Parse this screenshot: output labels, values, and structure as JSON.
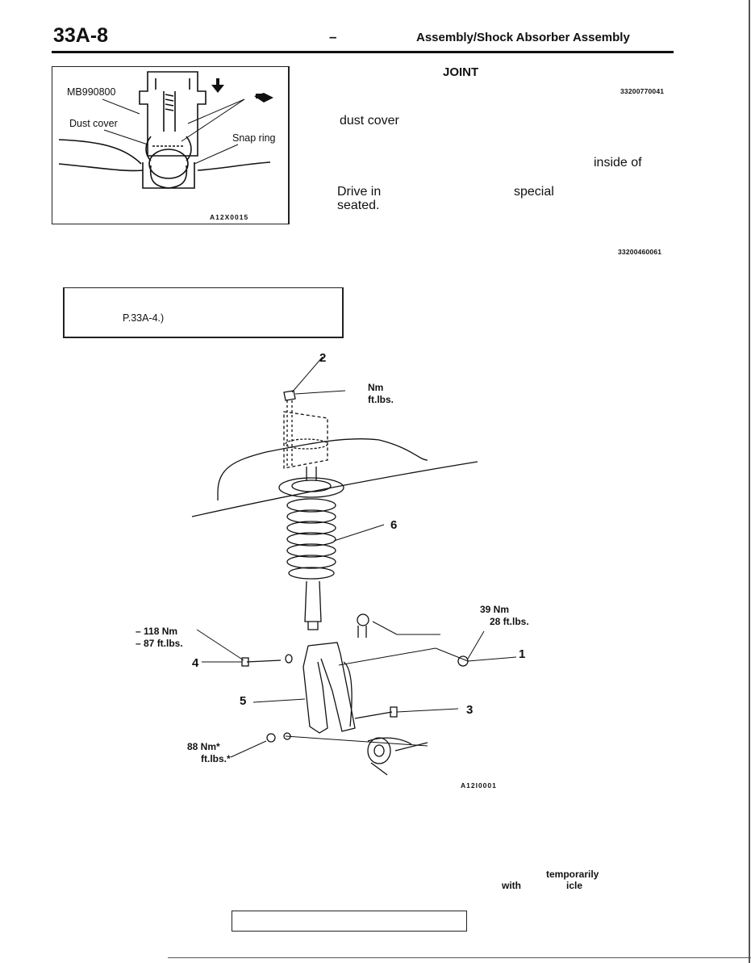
{
  "header": {
    "page_number": "33A-8",
    "dash": "–",
    "section_title": "Assembly/Shock Absorber Assembly"
  },
  "figure1": {
    "labels": {
      "tool": "MB990800",
      "dust_cover": "Dust cover",
      "snap_ring": "Snap ring"
    },
    "code": "A12X0015"
  },
  "ball_joint_section": {
    "heading": "JOINT",
    "code": "33200770041",
    "line1": "dust cover",
    "line2": "inside of",
    "line3_a": "Drive in",
    "line3_b": "special",
    "line4": "seated."
  },
  "section2_code": "33200460061",
  "note": {
    "text": "P.33A-4.)"
  },
  "figure2": {
    "callouts": {
      "c1": "1",
      "c2": "2",
      "c3": "3",
      "c4": "4",
      "c5": "5",
      "c6": "6"
    },
    "torques": {
      "top_nm": "Nm",
      "top_ftlbs": "ft.lbs.",
      "right_nm": "39 Nm",
      "right_ftlbs": "28 ft.lbs.",
      "left_nm": "– 118 Nm",
      "left_ftlbs": "– 87 ft.lbs.",
      "bottom_nm": "88 Nm*",
      "bottom_ftlbs": "ft.lbs.*"
    },
    "code": "A12I0001"
  },
  "bottom_text": {
    "temporarily": "temporarily",
    "with": "with",
    "icle": "icle"
  }
}
